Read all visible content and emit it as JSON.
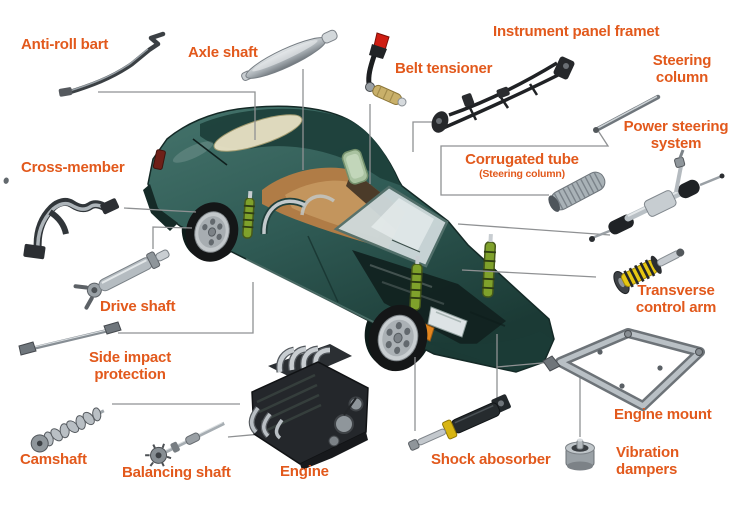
{
  "diagram": {
    "subject": "Car components exploded-view diagram",
    "background": "#ffffff",
    "colors": {
      "label_text": "#e2591c",
      "leader_line": "#8f9193",
      "car_body": "#2f5a54",
      "car_top": "#1e403b",
      "interior_tan": "#b07c46",
      "glass": "#cfdadc",
      "coilover_yellow": "#e6c712",
      "tensioner_red": "#cf1d12",
      "shock_collar_yellow": "#d8b512",
      "part_silver": "#b5bcc1",
      "part_dark": "#26292d"
    },
    "labels": [
      {
        "id": "anti-roll-bar",
        "text": "Anti-roll bart"
      },
      {
        "id": "axle-shaft",
        "text": "Axle shaft"
      },
      {
        "id": "belt-tensioner",
        "text": "Belt tensioner"
      },
      {
        "id": "instrument-panel-frame",
        "text": "Instrument panel framet"
      },
      {
        "id": "steering-column",
        "text": "Steering\ncolumn"
      },
      {
        "id": "power-steering-system",
        "text": "Power steering\nsystem"
      },
      {
        "id": "corrugated-tube",
        "text": "Corrugated tube",
        "sub": "(Steering column)"
      },
      {
        "id": "cross-member",
        "text": "Cross-member"
      },
      {
        "id": "drive-shaft",
        "text": "Drive shaft"
      },
      {
        "id": "side-impact-protection",
        "text": "Side impact\nprotection"
      },
      {
        "id": "camshaft",
        "text": "Camshaft"
      },
      {
        "id": "balancing-shaft",
        "text": "Balancing shaft"
      },
      {
        "id": "engine",
        "text": "Engine"
      },
      {
        "id": "shock-absorber",
        "text": "Shock abosorber"
      },
      {
        "id": "transverse-control-arm",
        "text": "Transverse\ncontrol arm"
      },
      {
        "id": "engine-mount",
        "text": "Engine mount"
      },
      {
        "id": "vibration-dampers",
        "text": "Vibration\ndampers"
      }
    ]
  }
}
